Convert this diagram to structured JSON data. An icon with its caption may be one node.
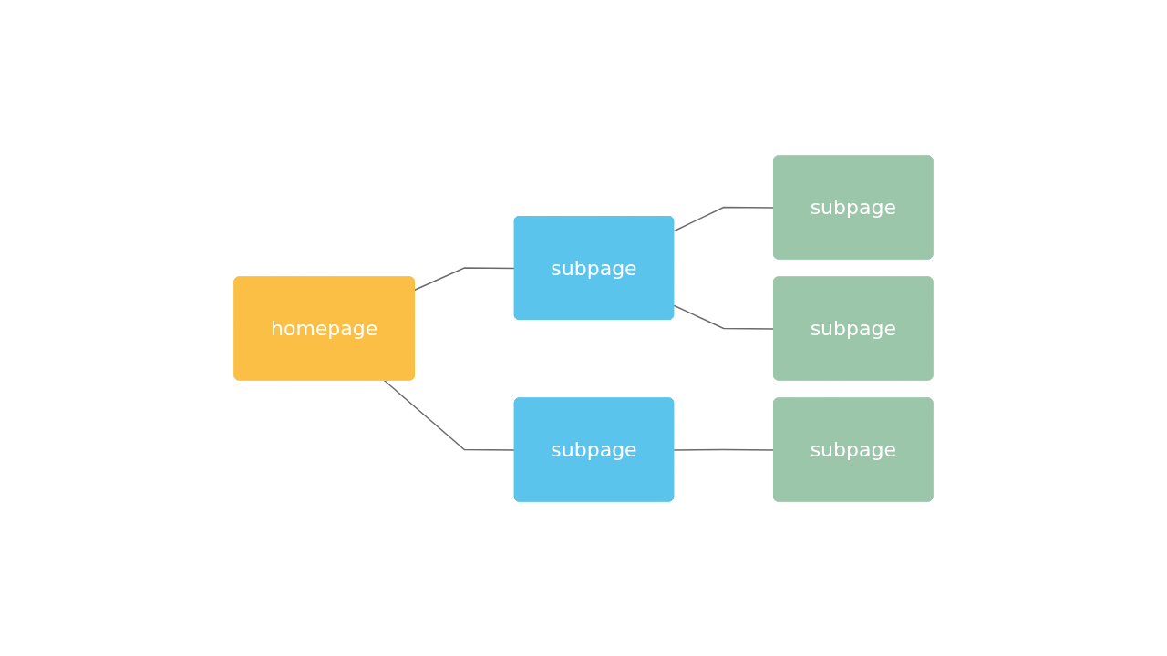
{
  "diagram": {
    "nodes": [
      {
        "text": [
          "homepage"
        ]
      },
      {
        "text": [
          "subpage"
        ]
      },
      {
        "text": [
          "subpage"
        ]
      },
      {
        "text": [
          "subpage"
        ]
      },
      {
        "text": [
          "subpage"
        ]
      },
      {
        "text": [
          "subpage"
        ]
      }
    ],
    "edges": [
      {
        "from": 0,
        "to": 1,
        "arrow": "none"
      },
      {
        "from": 0,
        "to": 2,
        "arrow": "none"
      },
      {
        "from": 1,
        "to": 3,
        "arrow": "none"
      },
      {
        "from": 1,
        "to": 4,
        "arrow": "none"
      },
      {
        "from": 2,
        "to": 5,
        "arrow": "none"
      }
    ]
  }
}
